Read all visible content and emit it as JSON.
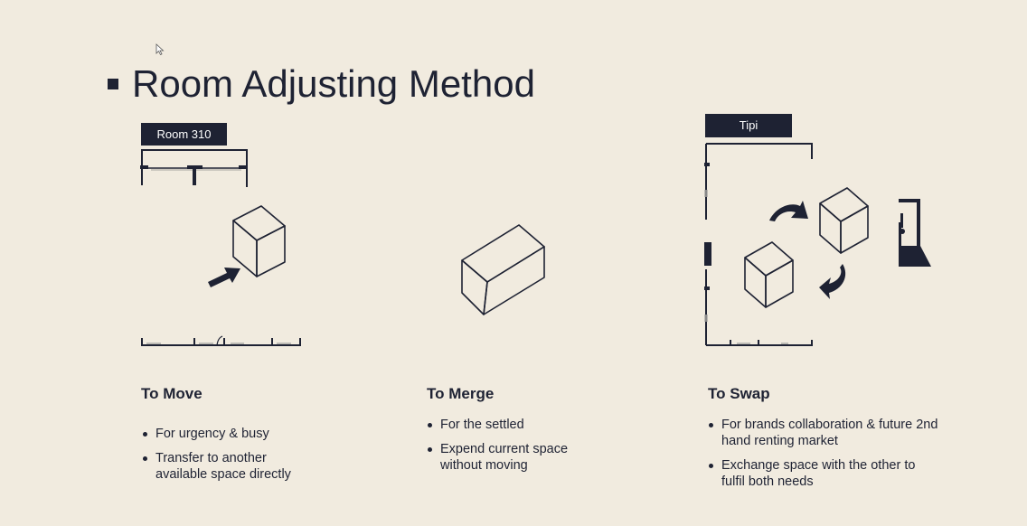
{
  "page": {
    "title": "Room Adjusting Method"
  },
  "diagram": {
    "room_tag": "Room 310",
    "tipi_tag": "Tipi"
  },
  "columns": [
    {
      "heading": "To Move",
      "bullets": [
        "For urgency & busy",
        "Transfer to another available space directly"
      ]
    },
    {
      "heading": "To Merge",
      "bullets": [
        "For the settled",
        "Expend current space without moving"
      ]
    },
    {
      "heading": "To Swap",
      "bullets": [
        "For brands collaboration & future 2nd hand renting market",
        "Exchange space with the other to fulfil both needs"
      ]
    }
  ],
  "colors": {
    "background": "#f1ebdf",
    "ink": "#1e2233"
  },
  "icons": {
    "cursor": "mouse-pointer-icon",
    "move": "arrow-icon",
    "swap": "rotate-arrows-icon",
    "door": "door-icon"
  }
}
